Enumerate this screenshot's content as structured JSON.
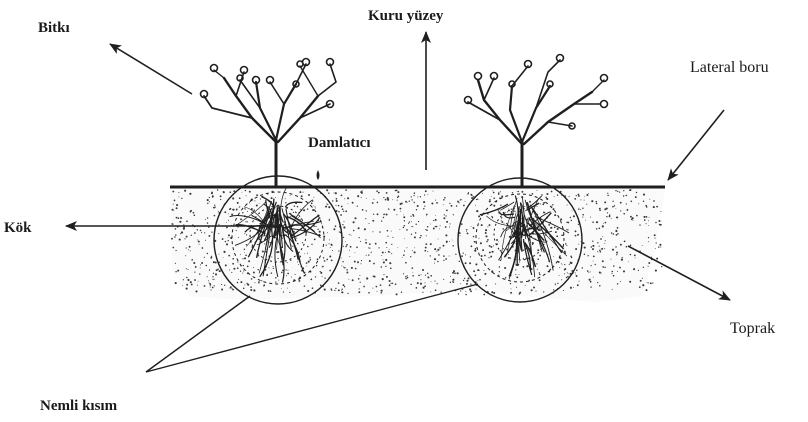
{
  "labels": {
    "plant": "Bitkı",
    "dry_surface": "Kuru yüzey",
    "lateral_pipe": "Lateral boru",
    "dripper": "Damlatıcı",
    "root": "Kök",
    "soil": "Toprak",
    "moist_zone": "Nemli kısım"
  },
  "colors": {
    "ink": "#1f1f1f",
    "soil_speckle": "#3a3a3a",
    "background": "#ffffff"
  },
  "icons": {
    "plant": "bare-shrub",
    "root_zone": "wetted-bulb-circle",
    "arrows": "straight-arrow"
  }
}
